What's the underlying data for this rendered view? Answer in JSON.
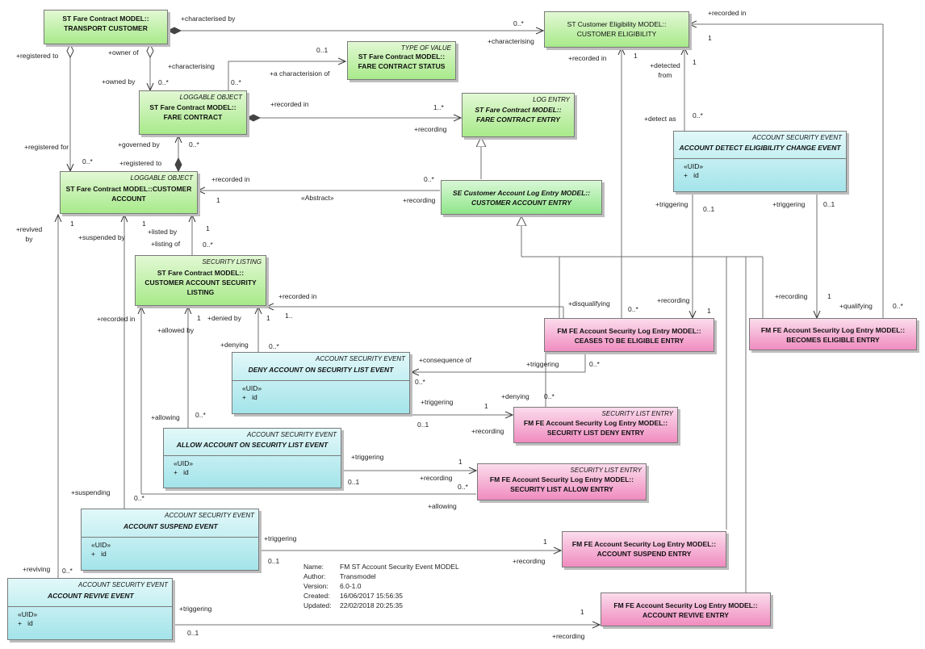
{
  "boxes": {
    "transport_customer": {
      "name": "ST Fare Contract MODEL:: TRANSPORT CUSTOMER"
    },
    "customer_eligibility": {
      "name": "ST Customer Eligibility MODEL:: CUSTOMER ELIGIBILITY"
    },
    "fare_contract_status": {
      "stereotype": "TYPE OF VALUE",
      "name": "ST Fare Contract MODEL:: FARE CONTRACT STATUS"
    },
    "fare_contract": {
      "stereotype": "LOGGABLE OBJECT",
      "name": "ST Fare Contract MODEL:: FARE CONTRACT"
    },
    "fare_contract_entry": {
      "stereotype": "LOG ENTRY",
      "name": "ST Fare Contract MODEL:: FARE CONTRACT ENTRY"
    },
    "customer_account": {
      "stereotype": "LOGGABLE OBJECT",
      "name": "ST Fare Contract MODEL::CUSTOMER ACCOUNT"
    },
    "customer_account_entry": {
      "name": "SE Customer Account Log Entry MODEL:: CUSTOMER ACCOUNT ENTRY"
    },
    "detect_eligibility_change": {
      "stereotype": "ACCOUNT SECURITY EVENT",
      "name": "ACCOUNT DETECT ELIGIBILITY CHANGE EVENT",
      "uid": "«UID»",
      "attr": "id"
    },
    "security_listing": {
      "stereotype": "SECURITY LISTING",
      "name": "ST Fare Contract MODEL:: CUSTOMER ACCOUNT SECURITY LISTING"
    },
    "deny_event": {
      "stereotype": "ACCOUNT SECURITY EVENT",
      "name": "DENY ACCOUNT ON SECURITY LIST EVENT",
      "uid": "«UID»",
      "attr": "id"
    },
    "allow_event": {
      "stereotype": "ACCOUNT SECURITY EVENT",
      "name": "ALLOW ACCOUNT ON SECURITY LIST EVENT",
      "uid": "«UID»",
      "attr": "id"
    },
    "suspend_event": {
      "stereotype": "ACCOUNT SECURITY EVENT",
      "name": "ACCOUNT SUSPEND EVENT",
      "uid": "«UID»",
      "attr": "id"
    },
    "revive_event": {
      "stereotype": "ACCOUNT SECURITY EVENT",
      "name": "ACCOUNT REVIVE EVENT",
      "uid": "«UID»",
      "attr": "id"
    },
    "ceases_entry": {
      "name": "FM FE Account Security Log Entry MODEL:: CEASES TO BE ELIGIBLE ENTRY"
    },
    "becomes_entry": {
      "name": "FM FE Account Security Log Entry MODEL:: BECOMES ELIGIBLE ENTRY"
    },
    "deny_entry": {
      "stereotype": "SECURITY LIST ENTRY",
      "name": "FM FE Account Security Log Entry MODEL:: SECURITY LIST DENY ENTRY"
    },
    "allow_entry": {
      "stereotype": "SECURITY LIST ENTRY",
      "name": "FM FE Account Security Log Entry MODEL:: SECURITY LIST ALLOW ENTRY"
    },
    "suspend_entry": {
      "name": "FM FE Account Security Log Entry MODEL:: ACCOUNT SUSPEND ENTRY"
    },
    "revive_entry": {
      "name": "FM FE Account Security Log Entry MODEL:: ACCOUNT REVIVE ENTRY"
    }
  },
  "labels": [
    "+characterised by",
    "0..*",
    "+characterising",
    "+recorded in",
    "1",
    "+registered to",
    "+owner of",
    "+owned by",
    "0..*",
    "+characterising",
    "0..1",
    "+a characterision of",
    "0..*",
    "+recorded in",
    "1..*",
    "+recording",
    "+recorded in",
    "1",
    "+detected from",
    "1",
    "+detect as",
    "0..*",
    "+registered for",
    "0..*",
    "+governed by",
    "0..*",
    "+registered to",
    "+recorded in",
    "0..*",
    "1",
    "«Abstract»",
    "+recording",
    "+triggering",
    "0..1",
    "+triggering",
    "0..1",
    "+revived by",
    "1",
    "+suspended by",
    "1",
    "+listed by",
    "+listing of",
    "1",
    "0..*",
    "+recorded in",
    "+recorded in",
    "1..",
    "+disqualifying",
    "0..*",
    "+recording",
    "1",
    "+recording",
    "1",
    "+qualifying",
    "0..*",
    "+allowed by",
    "1",
    "+denied by",
    "1",
    "+denying",
    "0..*",
    "+consequence of",
    "0..*",
    "+triggering",
    "0..*",
    "+triggering",
    "1",
    "+denying",
    "0..*",
    "0..1",
    "+recording",
    "+allowing",
    "0..*",
    "+triggering",
    "1",
    "+recording",
    "0..1",
    "0..*",
    "+allowing",
    "+suspending",
    "0..*",
    "+triggering",
    "1",
    "0..1",
    "+recording",
    "+reviving",
    "0..*",
    "+triggering",
    "1",
    "0..1",
    "+recording"
  ],
  "info": {
    "name_key": "Name:",
    "name_val": "FM ST Account Security Event MODEL",
    "author_key": "Author:",
    "author_val": "Transmodel",
    "version_key": "Version:",
    "version_val": "6.0-1.0",
    "created_key": "Created:",
    "created_val": "16/06/2017 15:56:35",
    "updated_key": "Updated:",
    "updated_val": "22/02/2018 20:25:35"
  }
}
